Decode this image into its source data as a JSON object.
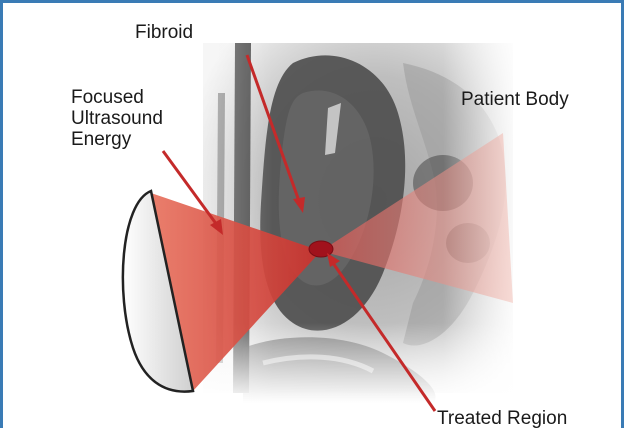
{
  "labels": {
    "fibroid": "Fibroid",
    "focused_energy": "Focused\nUltrasound\nEnergy",
    "patient_body": "Patient Body",
    "treated_region": "Treated Region"
  },
  "colors": {
    "frame": "#3a7bb5",
    "beam": "#d9534f",
    "pointer": "#c42a2a",
    "focal_spot": "#a1121c",
    "transducer": "#eeeeee"
  }
}
